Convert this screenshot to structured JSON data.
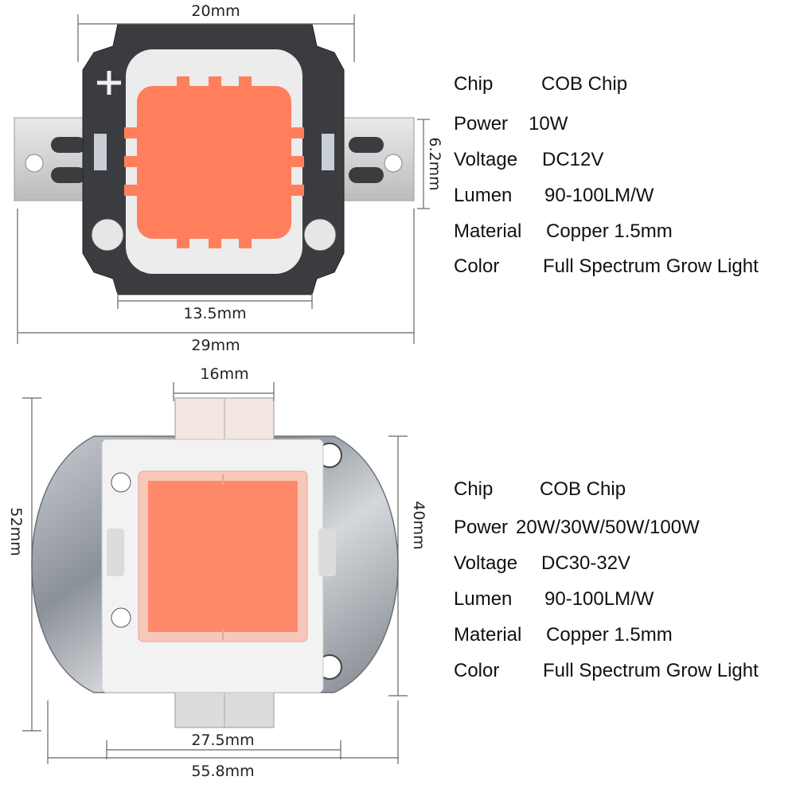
{
  "small_chip": {
    "dims": {
      "width_top": "20mm",
      "tab_height": "6.2mm",
      "inner_width": "13.5mm",
      "total_width": "29mm"
    },
    "colors": {
      "emitter": "#ff7f5c",
      "substrate": "#ececec",
      "backplate": "#3a3c40"
    },
    "specs": [
      {
        "label": "Chip",
        "value": "COB Chip"
      },
      {
        "label": "Power",
        "value": "10W"
      },
      {
        "label": "Voltage",
        "value": "DC12V"
      },
      {
        "label": "Lumen",
        "value": "90-100LM/W"
      },
      {
        "label": "Material",
        "value": "Copper 1.5mm"
      },
      {
        "label": "Color",
        "value": "Full Spectrum Grow Light"
      }
    ]
  },
  "large_chip": {
    "dims": {
      "tab_width": "16mm",
      "total_height": "52mm",
      "body_height": "40mm",
      "inner_width": "27.5mm",
      "total_width": "55.8mm"
    },
    "colors": {
      "emitter": "#ff8a6b",
      "substrate": "#f2f2f2",
      "backplate": "#9aa0a6"
    },
    "specs": [
      {
        "label": "Chip",
        "value": "COB Chip"
      },
      {
        "label": "Power",
        "value": "20W/30W/50W/100W"
      },
      {
        "label": "Voltage",
        "value": "DC30-32V"
      },
      {
        "label": "Lumen",
        "value": "90-100LM/W"
      },
      {
        "label": "Material",
        "value": "Copper 1.5mm"
      },
      {
        "label": "Color",
        "value": "Full Spectrum Grow Light"
      }
    ]
  }
}
